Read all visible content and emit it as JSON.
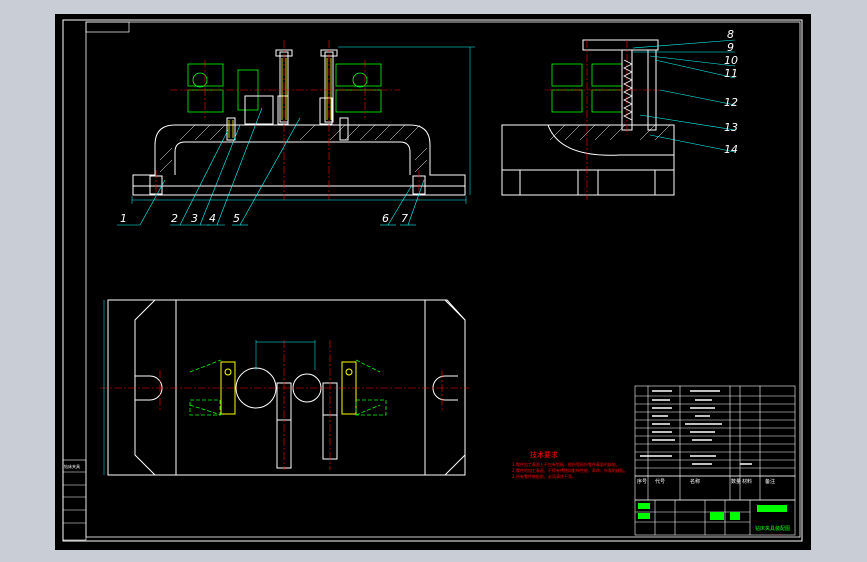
{
  "colors": {
    "window_bg": "#c9ced6",
    "sheet_bg": "#000000",
    "line_white": "#ffffff",
    "line_green": "#00ff00",
    "line_red": "#ff0000",
    "line_yellow": "#ffff00",
    "line_cyan": "#00ffff",
    "line_magenta": "#ff00ff"
  },
  "callouts_front": [
    "1",
    "2",
    "3",
    "4",
    "5",
    "6",
    "7"
  ],
  "callouts_side": [
    "8",
    "9",
    "10",
    "11",
    "12",
    "13",
    "14"
  ],
  "technical_requirements": {
    "title": "技术要求",
    "lines": [
      "1.零件加工表面上不应有划痕、擦伤等损伤零件表面的缺陷。",
      "2.零件的加工表面，不得有锈蚀和影响性能、寿命、外观的缺陷。",
      "3.所有零件装配前，必须清洗干净。"
    ]
  },
  "title_block": {
    "header": [
      "序号",
      "代号",
      "名称",
      "数量",
      "材料",
      "备注"
    ],
    "drawing_name": "钻床夹具装配图"
  },
  "revision_block": {
    "entries": [
      "钻床夹具",
      "",
      "",
      "",
      ""
    ]
  }
}
